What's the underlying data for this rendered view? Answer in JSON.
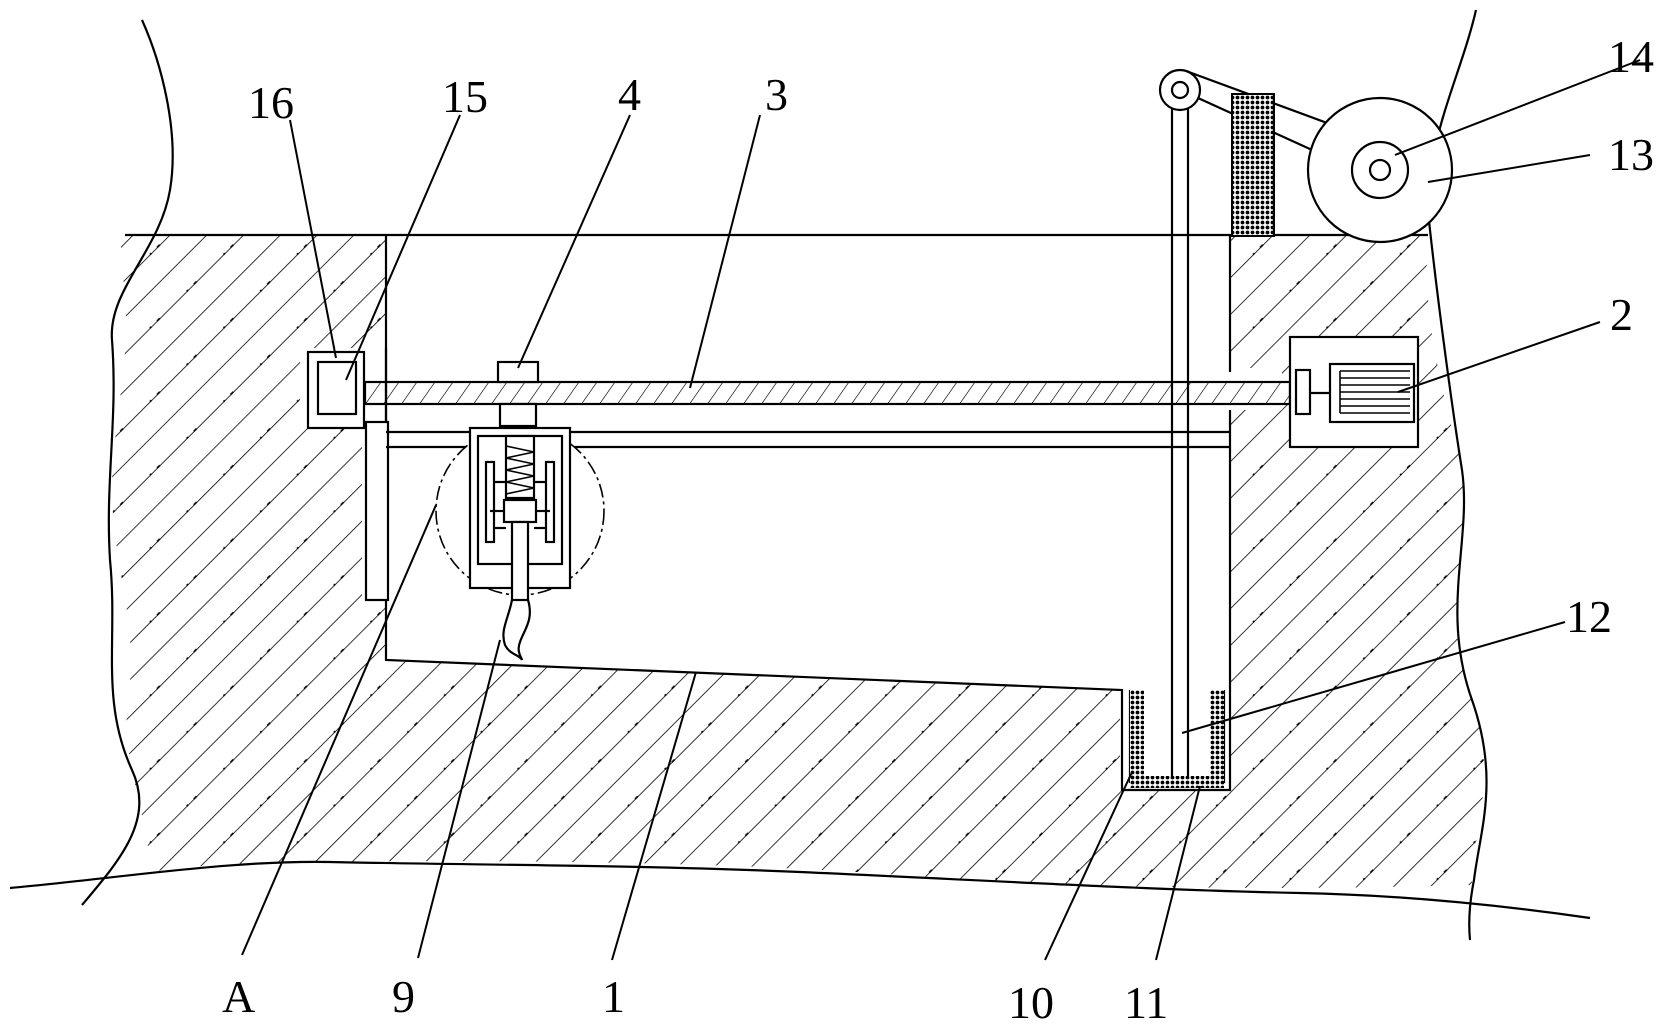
{
  "figure": {
    "background": "#ffffff",
    "ink": "#000000",
    "hatch": "section-hatching"
  },
  "labels": [
    {
      "id": "16",
      "text": "16"
    },
    {
      "id": "15",
      "text": "15"
    },
    {
      "id": "4",
      "text": "4"
    },
    {
      "id": "3",
      "text": "3"
    },
    {
      "id": "14",
      "text": "14"
    },
    {
      "id": "13",
      "text": "13"
    },
    {
      "id": "2",
      "text": "2"
    },
    {
      "id": "12",
      "text": "12"
    },
    {
      "id": "A",
      "text": "A"
    },
    {
      "id": "9",
      "text": "9"
    },
    {
      "id": "1",
      "text": "1"
    },
    {
      "id": "10",
      "text": "10"
    },
    {
      "id": "11",
      "text": "11"
    }
  ]
}
